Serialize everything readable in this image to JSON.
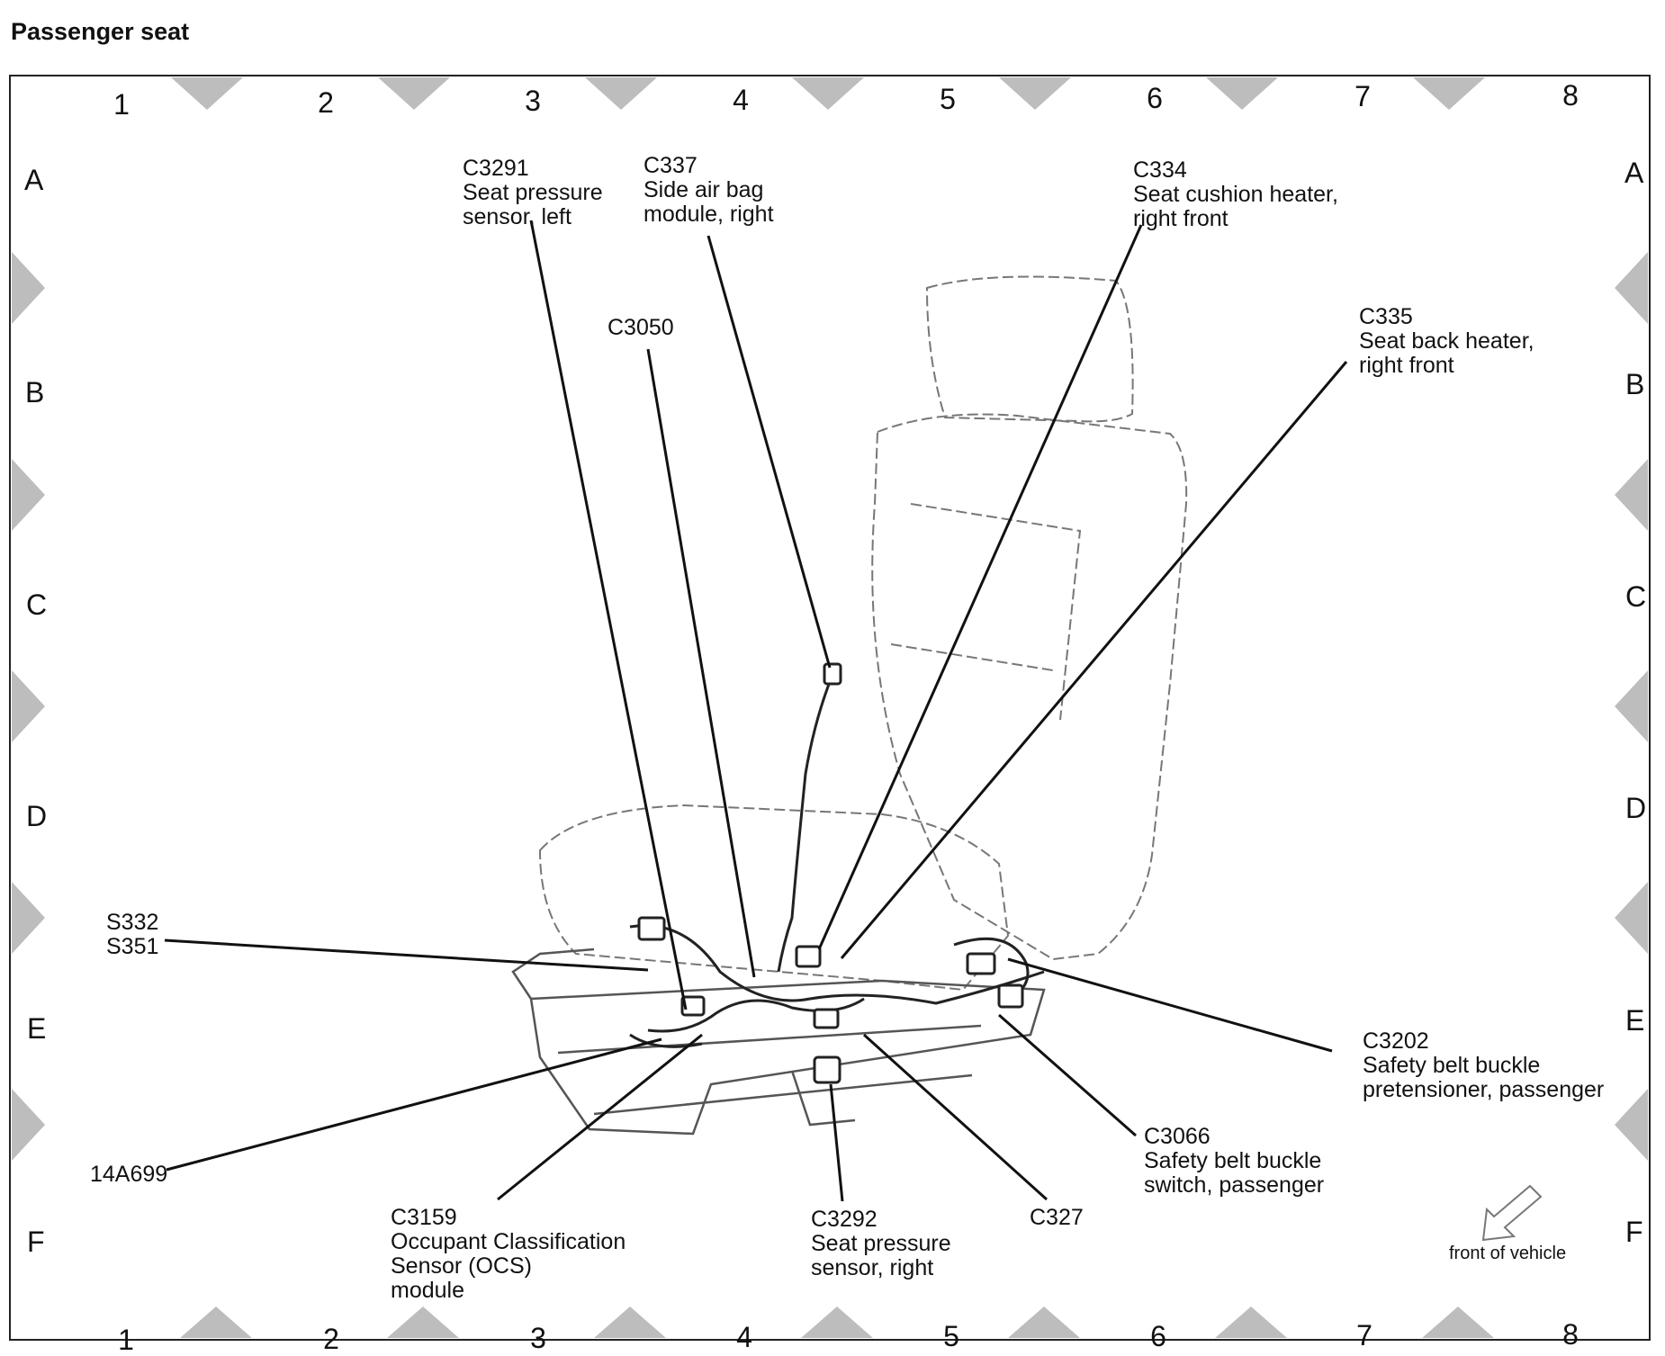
{
  "title": "Passenger seat",
  "grid": {
    "columns": [
      "1",
      "2",
      "3",
      "4",
      "5",
      "6",
      "7",
      "8"
    ],
    "rows": [
      "A",
      "B",
      "C",
      "D",
      "E",
      "F"
    ]
  },
  "callouts": {
    "c3291": [
      "C3291",
      "Seat pressure",
      "sensor, left"
    ],
    "c337": [
      "C337",
      "Side air bag",
      "module, right"
    ],
    "c334": [
      "C334",
      "Seat cushion heater,",
      "right front"
    ],
    "c335": [
      "C335",
      "Seat back heater,",
      "right front"
    ],
    "c3050": [
      "C3050"
    ],
    "s332": [
      "S332",
      "S351"
    ],
    "c3202": [
      "C3202",
      "Safety belt buckle",
      "pretensioner, passenger"
    ],
    "c3066": [
      "C3066",
      "Safety belt buckle",
      "switch, passenger"
    ],
    "a14a699": [
      "14A699"
    ],
    "c3159": [
      "C3159",
      "Occupant Classification",
      "Sensor (OCS)",
      "module"
    ],
    "c3292": [
      "C3292",
      "Seat pressure",
      "sensor, right"
    ],
    "c327": [
      "C327"
    ]
  },
  "front_of_vehicle": "front of vehicle"
}
